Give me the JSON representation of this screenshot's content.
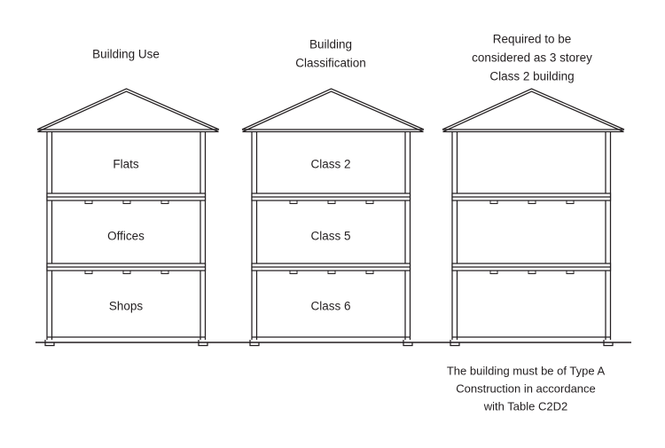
{
  "diagram": {
    "title_hidden": "",
    "columns": [
      {
        "id": "building-use",
        "heading_lines": [
          "Building Use"
        ],
        "floors": [
          "Flats",
          "Offices",
          "Shops"
        ]
      },
      {
        "id": "building-classification",
        "heading_lines": [
          "Building",
          "Classification"
        ],
        "floors": [
          "Class 2",
          "Class 5",
          "Class 6"
        ]
      },
      {
        "id": "required-treatment",
        "heading_lines": [
          "Required to be",
          "considered as 3 storey",
          "Class 2 building"
        ],
        "floors": [
          "",
          "",
          ""
        ]
      }
    ],
    "footnote_lines": [
      "The building must be of Type A",
      "Construction in accordance",
      "with Table C2D2"
    ],
    "colors": {
      "line": "#231f20",
      "text": "#231f20",
      "background": "#ffffff"
    }
  }
}
